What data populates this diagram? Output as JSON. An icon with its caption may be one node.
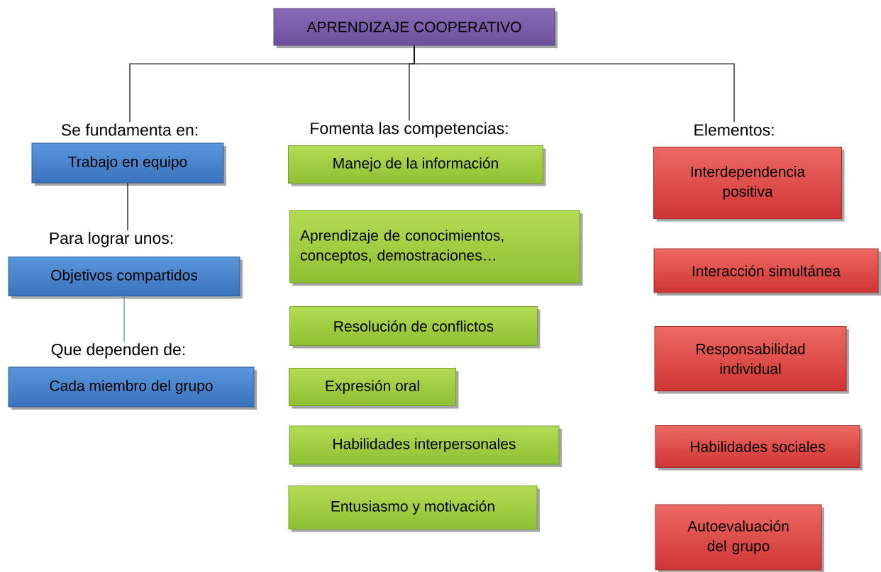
{
  "diagram": {
    "nodes": [
      {
        "text": [
          "APRENDIZAJE COOPERATIVO"
        ]
      },
      {
        "text": [
          "Se fundamenta en:"
        ]
      },
      {
        "text": [
          "Fomenta las competencias:"
        ]
      },
      {
        "text": [
          "Elementos:"
        ]
      },
      {
        "text": [
          "Trabajo en equipo"
        ]
      },
      {
        "text": [
          "Para lograr unos:"
        ]
      },
      {
        "text": [
          "Objetivos compartidos"
        ]
      },
      {
        "text": [
          "Que dependen de:"
        ]
      },
      {
        "text": [
          "Cada miembro del grupo"
        ]
      },
      {
        "text": [
          "Manejo de la información"
        ]
      },
      {
        "text": [
          "Aprendizaje de conocimientos, conceptos, demostraciones…"
        ]
      },
      {
        "text": [
          "Resolución de conflictos"
        ]
      },
      {
        "text": [
          "Expresión oral"
        ]
      },
      {
        "text": [
          "Habilidades interpersonales"
        ]
      },
      {
        "text": [
          "Entusiasmo y motivación"
        ]
      },
      {
        "text": [
          "Interdependencia positiva"
        ]
      },
      {
        "text": [
          "Interacción simultánea"
        ]
      },
      {
        "text": [
          "Responsabilidad individual"
        ]
      },
      {
        "text": [
          "Habilidades sociales"
        ]
      },
      {
        "text": [
          "Autoevaluación del grupo"
        ]
      }
    ],
    "edges": [
      {
        "from": 0,
        "to": 1,
        "arrow": "none"
      },
      {
        "from": 0,
        "to": 2,
        "arrow": "none"
      },
      {
        "from": 0,
        "to": 3,
        "arrow": "none"
      },
      {
        "from": 4,
        "to": 5,
        "arrow": "none"
      },
      {
        "from": 6,
        "to": 7,
        "arrow": "none",
        "color": "#4f81bd"
      }
    ]
  }
}
